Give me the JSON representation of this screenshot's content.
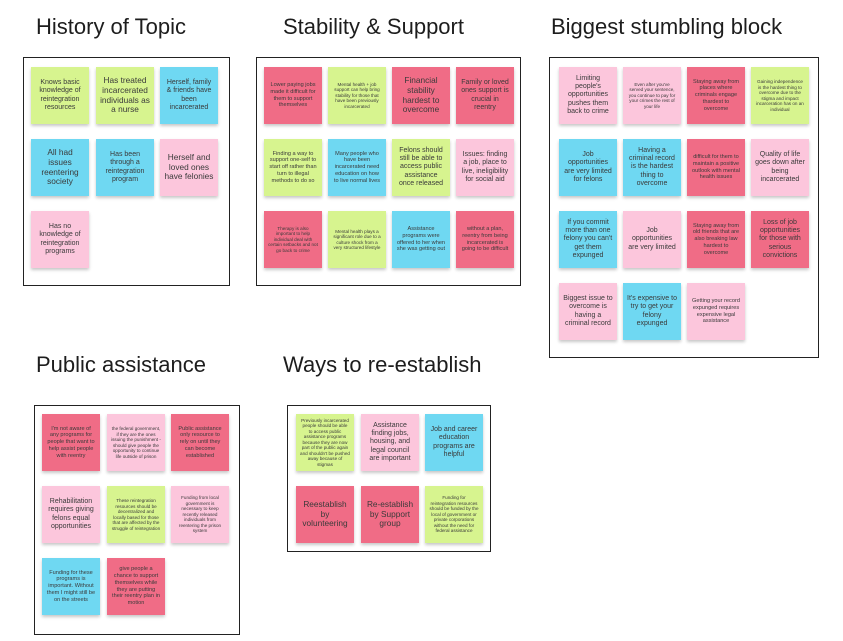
{
  "colors": {
    "green": "#d7f48f",
    "blue": "#6fd8f2",
    "light_pink": "#fcc6dc",
    "red": "#f06c86"
  },
  "boards": [
    {
      "title": "History of Topic",
      "notes": [
        {
          "text": "Knows basic knowledge of reintegration resources",
          "color": "green"
        },
        {
          "text": "Has treated incarcerated individuals as a nurse",
          "color": "green"
        },
        {
          "text": "Herself, family & friends have been incarcerated",
          "color": "blue"
        },
        {
          "text": "All had issues reentering society",
          "color": "blue"
        },
        {
          "text": "Has been through a reintegration program",
          "color": "blue"
        },
        {
          "text": "Herself and loved ones have felonies",
          "color": "light_pink"
        },
        {
          "text": "Has no knowledge of reintegration programs",
          "color": "light_pink"
        }
      ]
    },
    {
      "title": "Stability & Support",
      "notes": [
        {
          "text": "Lower paying jobs made it difficult for them to support themselves",
          "color": "red"
        },
        {
          "text": "Mental health + job support can help bring stability for those that have been previously incarcerated",
          "color": "green"
        },
        {
          "text": "Financial stability hardest to overcome",
          "color": "red"
        },
        {
          "text": "Family or loved ones support is crucial in reentry",
          "color": "red"
        },
        {
          "text": "Finding a way to support one-self to start off rather than turn to illegal methods to do so",
          "color": "green"
        },
        {
          "text": "Many people who have been incarcerated need education on how to live normal lives",
          "color": "blue"
        },
        {
          "text": "Felons should still be able to access public assistance once released",
          "color": "green"
        },
        {
          "text": "Issues: finding a job, place to live, ineligibility for social aid",
          "color": "light_pink"
        },
        {
          "text": "Therapy is also important to help individual deal with certain setbacks and not go back to crime",
          "color": "red"
        },
        {
          "text": "Mental health plays a significant role due to a culture shock from a very structured lifestyle",
          "color": "green"
        },
        {
          "text": "Assistance programs were offered to her when she was getting out",
          "color": "blue"
        },
        {
          "text": "without a plan, reentry from being incarcerated is going to be difficult",
          "color": "red"
        }
      ]
    },
    {
      "title": "Biggest stumbling block",
      "notes": [
        {
          "text": "Limiting people's opportunities pushes them back to crime",
          "color": "light_pink"
        },
        {
          "text": "Even after you've served your sentence, you continue to pay for your crimes the rest of your life",
          "color": "light_pink"
        },
        {
          "text": "Staying away from places where criminals engage thardest to overcome",
          "color": "red"
        },
        {
          "text": "Gaining independence is the hardest thing to overcome due to the stigma and impact incarceration has on an individual",
          "color": "green"
        },
        {
          "text": "Job opportunities are very limited for felons",
          "color": "blue"
        },
        {
          "text": "Having a criminal record is the hardest thing to overcome",
          "color": "blue"
        },
        {
          "text": "difficult for them to maintain a positive outlook with mental health issues",
          "color": "red"
        },
        {
          "text": "Quality of life goes down after being incarcerated",
          "color": "light_pink"
        },
        {
          "text": "If you commit more than one felony you can't get them expunged",
          "color": "blue"
        },
        {
          "text": "Job opportunities are very limited",
          "color": "light_pink"
        },
        {
          "text": "Staying away from old friends that are also breaking law hardest to overcome",
          "color": "red"
        },
        {
          "text": "Loss of job opportunities for those with serious convictions",
          "color": "red"
        },
        {
          "text": "Biggest issue to overcome is having a criminal record",
          "color": "light_pink"
        },
        {
          "text": "It's expensive to try to get your felony expunged",
          "color": "blue"
        },
        {
          "text": "Getting your record expunged requires expensive legal assistance",
          "color": "light_pink"
        }
      ]
    },
    {
      "title": "Public assistance",
      "notes": [
        {
          "text": "I'm not aware of any programs for people that want to help assist people with reentry",
          "color": "red"
        },
        {
          "text": "the federal government, if they are the ones issuing the punishment - should give people the opportunity to continue life outside of prison",
          "color": "light_pink"
        },
        {
          "text": "Public assistance only resource to rely on until they can become established",
          "color": "red"
        },
        {
          "text": "Rehabilitation requires giving felons equal opportunities",
          "color": "light_pink"
        },
        {
          "text": "These reintegration resources should be decentralized and locally based for those that are affected by the struggle of reintegration",
          "color": "green"
        },
        {
          "text": "Funding from local government is necessary to keep recently released individuals from reentering the prison system",
          "color": "light_pink"
        },
        {
          "text": "Funding for these programs is important. Without them I might still be on the streets",
          "color": "blue"
        },
        {
          "text": "give people a chance to support themselves while they are putting their reentry plan in motion",
          "color": "red"
        }
      ]
    },
    {
      "title": "Ways to re-establish",
      "notes": [
        {
          "text": "Previously incarcerated people should be able to access public assistance programs because they are now part of the public again and shouldn't be pushed away because of stigmas",
          "color": "green"
        },
        {
          "text": "Assistance finding jobs, housing, and legal council are important",
          "color": "light_pink"
        },
        {
          "text": "Job and career education programs are helpful",
          "color": "blue"
        },
        {
          "text": "Reestablish by volunteering",
          "color": "red"
        },
        {
          "text": "Re-establish by Support group",
          "color": "red"
        },
        {
          "text": "Funding for reintegration resources should be funded by the local of government or private corporations without the need for federal assistance",
          "color": "green"
        }
      ]
    }
  ]
}
